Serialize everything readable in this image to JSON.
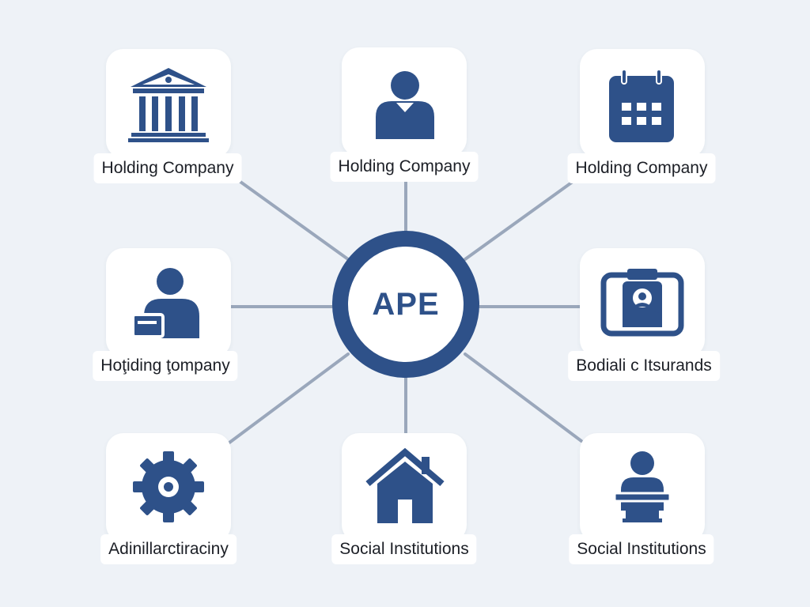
{
  "colors": {
    "background": "#eef2f7",
    "accent": "#2e5189",
    "connector": "#9aa7bb",
    "card": "#ffffff",
    "text": "#1c1f26"
  },
  "hub": {
    "label": "APE"
  },
  "nodes": [
    {
      "label": "Holding Company",
      "icon": "bank-building-icon"
    },
    {
      "label": "Holding Company",
      "icon": "person-icon"
    },
    {
      "label": "Holding Company",
      "icon": "calendar-icon"
    },
    {
      "label": "Hoţiding ţompany",
      "icon": "person-with-card-icon"
    },
    {
      "label": "Bodiali c Itsurands",
      "icon": "id-badge-icon"
    },
    {
      "label": "Adinillarctiraciny",
      "icon": "gear-icon"
    },
    {
      "label": "Social Institutions",
      "icon": "house-icon"
    },
    {
      "label": "Social Institutions",
      "icon": "person-at-desk-icon"
    }
  ]
}
